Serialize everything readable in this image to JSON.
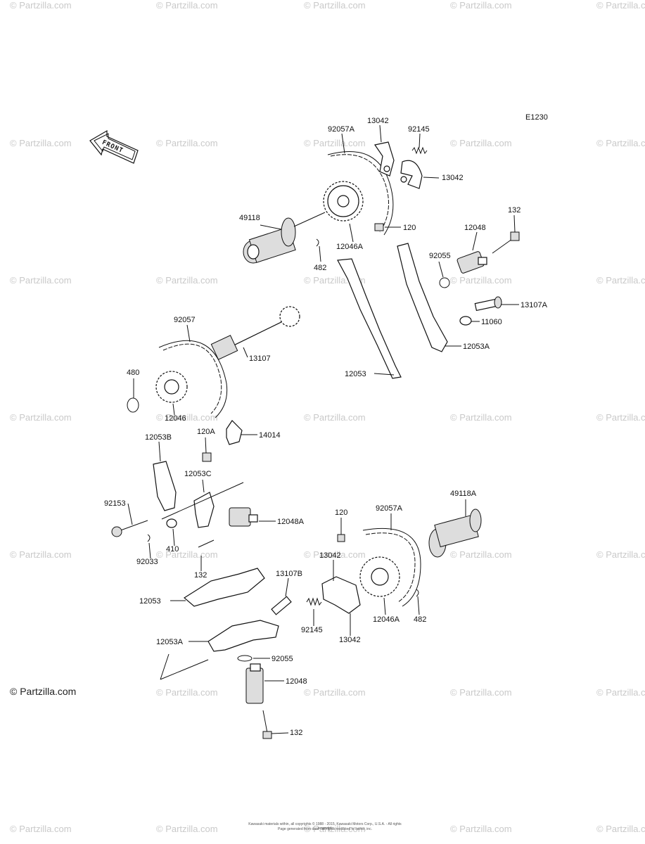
{
  "diagram_code": "E1230",
  "credit": "© Partzilla.com",
  "watermark": "© Partzilla.com",
  "front_marker": "FRONT",
  "footer_lines": [
    "Kawasaki materials within, all copyrights © 1988 - 2015, Kawasaki Motors Corp., U.S.A. - All rights reserved.",
    "Page generated from data - all rights restricted to owner, inc."
  ],
  "labels": {
    "l92057A_top": "92057A",
    "l13042_top": "13042",
    "l92145_top": "92145",
    "l13042_right": "13042",
    "l49118": "49118",
    "l120_top": "120",
    "l12046A_top": "12046A",
    "l482_top": "482",
    "l132_top": "132",
    "l12048_top": "12048",
    "l92055_top": "92055",
    "l13107A": "13107A",
    "l11060": "11060",
    "l12053A_top": "12053A",
    "l12053_top": "12053",
    "l92057": "92057",
    "l13107": "13107",
    "l480": "480",
    "l12046": "12046",
    "l120A": "120A",
    "l14014": "14014",
    "l12053B": "12053B",
    "l12053C": "12053C",
    "l92153": "92153",
    "l12048A": "12048A",
    "l410": "410",
    "l92033": "92033",
    "l132_mid": "132",
    "l120_bot": "120",
    "l92057A_bot": "92057A",
    "l49118A": "49118A",
    "l13107B": "13107B",
    "l13042_bot1": "13042",
    "l12053_bot": "12053",
    "l92145_bot": "92145",
    "l13042_bot2": "13042",
    "l12046A_bot": "12046A",
    "l482_bot": "482",
    "l12053A_bot": "12053A",
    "l92055_bot": "92055",
    "l12048_bot": "12048",
    "l132_bot": "132"
  }
}
